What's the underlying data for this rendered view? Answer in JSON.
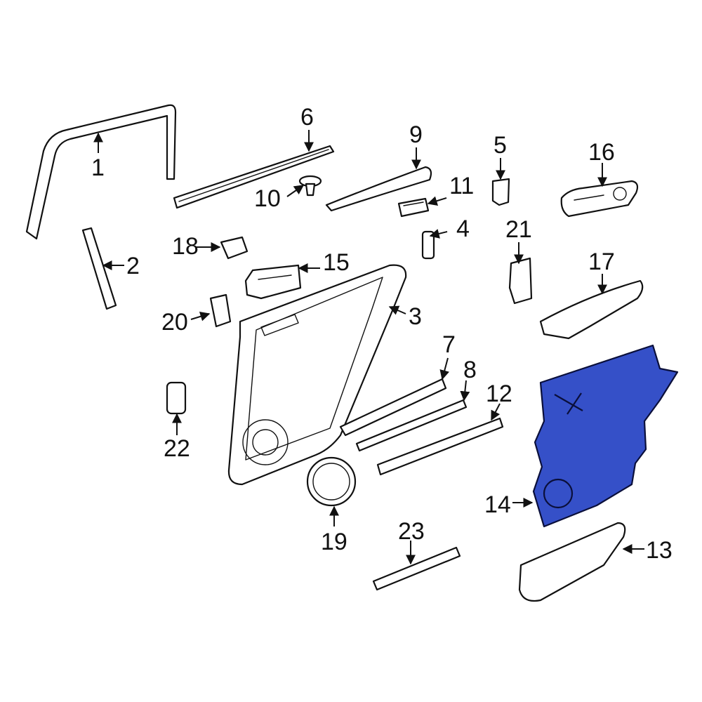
{
  "diagram": {
    "highlight_color": "#3550C8",
    "callouts": [
      {
        "id": "1",
        "text": "1"
      },
      {
        "id": "2",
        "text": "2"
      },
      {
        "id": "3",
        "text": "3"
      },
      {
        "id": "4",
        "text": "4"
      },
      {
        "id": "5",
        "text": "5"
      },
      {
        "id": "6",
        "text": "6"
      },
      {
        "id": "7",
        "text": "7"
      },
      {
        "id": "8",
        "text": "8"
      },
      {
        "id": "9",
        "text": "9"
      },
      {
        "id": "10",
        "text": "10"
      },
      {
        "id": "11",
        "text": "11"
      },
      {
        "id": "12",
        "text": "12"
      },
      {
        "id": "13",
        "text": "13"
      },
      {
        "id": "14",
        "text": "14"
      },
      {
        "id": "15",
        "text": "15"
      },
      {
        "id": "16",
        "text": "16"
      },
      {
        "id": "17",
        "text": "17"
      },
      {
        "id": "18",
        "text": "18"
      },
      {
        "id": "19",
        "text": "19"
      },
      {
        "id": "20",
        "text": "20"
      },
      {
        "id": "21",
        "text": "21"
      },
      {
        "id": "22",
        "text": "22"
      },
      {
        "id": "23",
        "text": "23"
      }
    ]
  }
}
